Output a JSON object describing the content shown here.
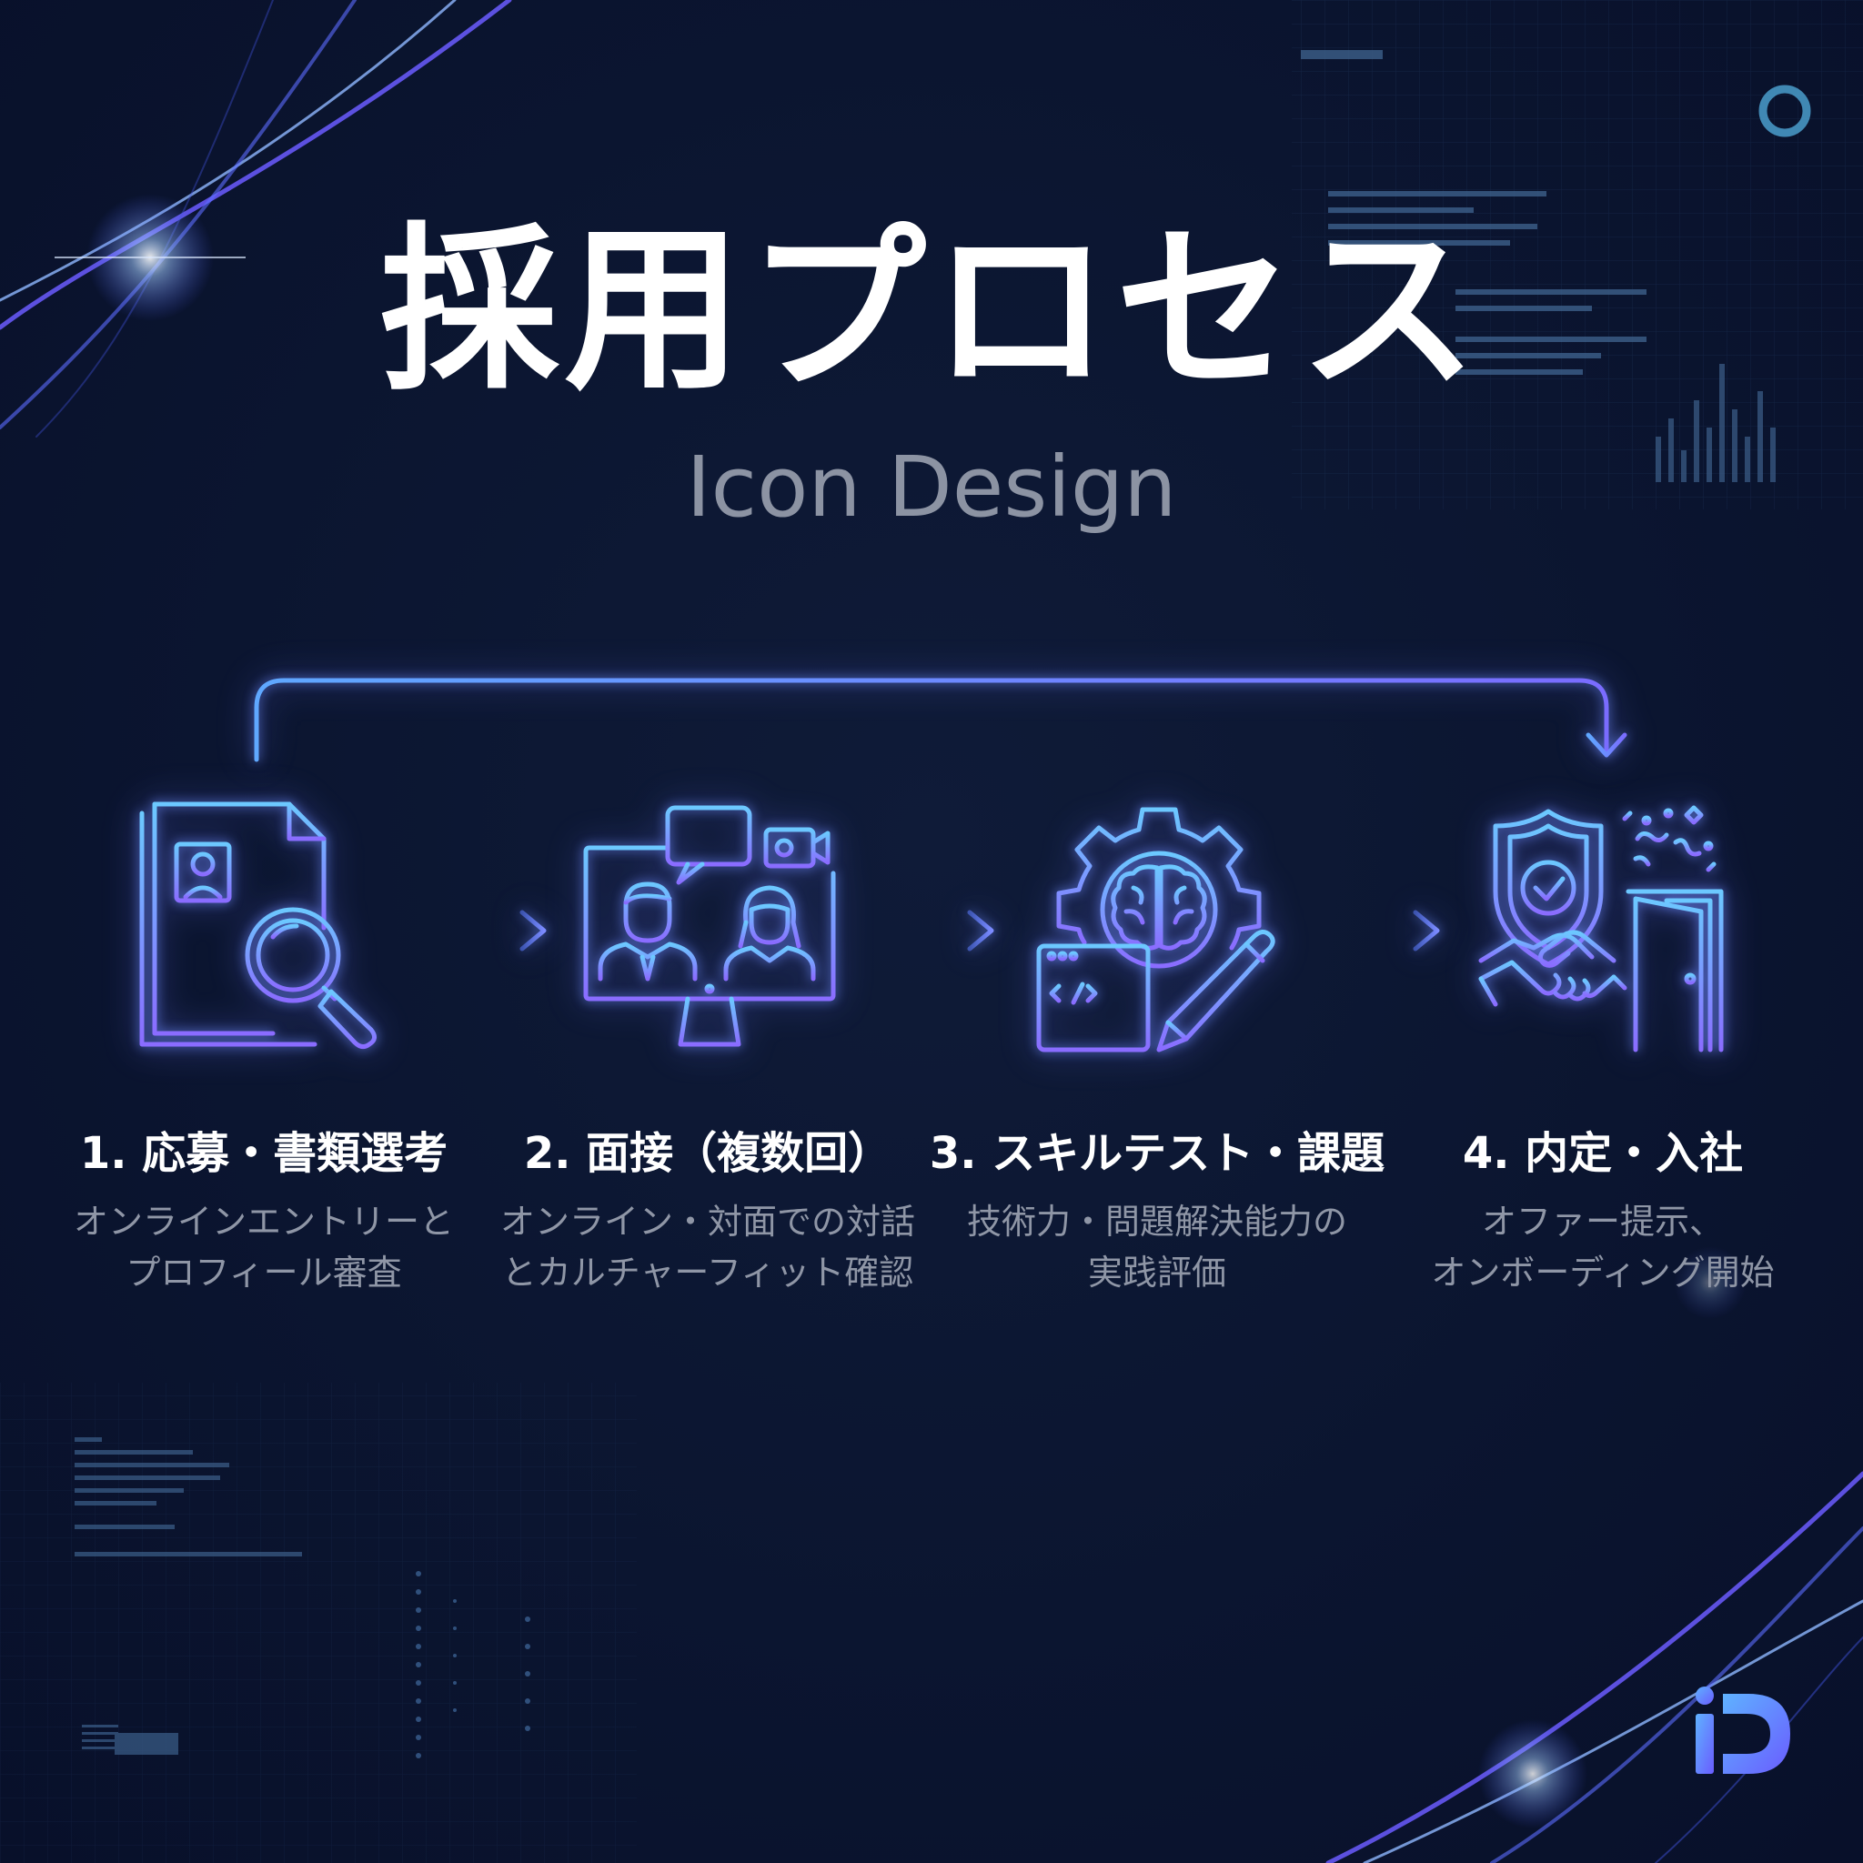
{
  "header": {
    "title": "採用プロセス",
    "subtitle": "Icon Design"
  },
  "steps": [
    {
      "title": "1. 応募・書類選考",
      "desc": [
        "オンラインエントリーと",
        "プロフィール審査"
      ],
      "icon": "resume-search-icon"
    },
    {
      "title": "2. 面接（複数回）",
      "desc": [
        "オンライン・対面での対話",
        "とカルチャーフィット確認"
      ],
      "icon": "video-interview-icon"
    },
    {
      "title": "3. スキルテスト・課題",
      "desc": [
        "技術力・問題解決能力の",
        "実践評価"
      ],
      "icon": "skill-test-icon"
    },
    {
      "title": "4. 内定・入社",
      "desc": [
        "オファー提示、",
        "オンボーディング開始"
      ],
      "icon": "offer-onboarding-icon"
    }
  ],
  "colors": {
    "background": "#0b1530",
    "accent_cyan": "#6ec8ff",
    "accent_violet": "#8a6cff",
    "text_primary": "#ffffff",
    "text_secondary": "#8f96a6"
  },
  "logo": {
    "icon": "id-logo-icon"
  }
}
